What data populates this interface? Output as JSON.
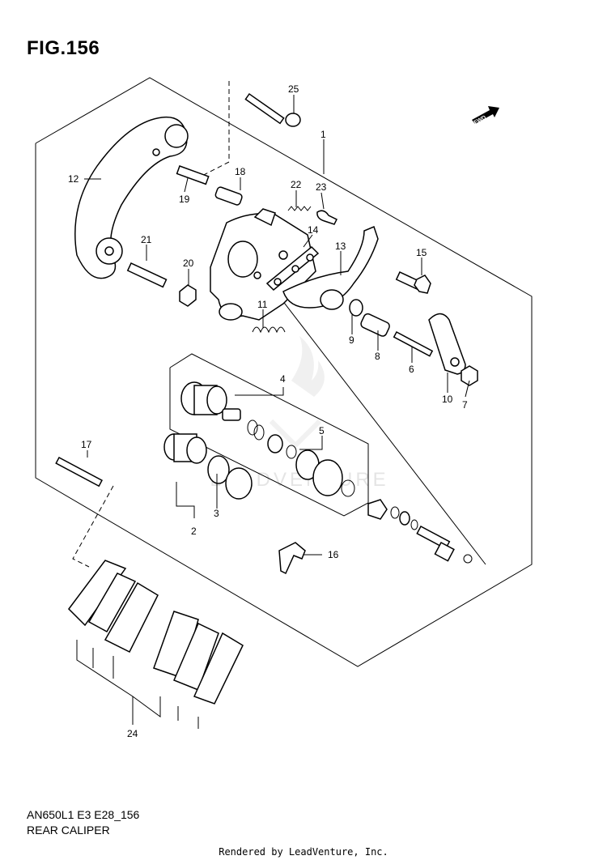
{
  "figure": {
    "title": "FIG.156",
    "code": "AN650L1 E3 E28_156",
    "section": "REAR CALIPER",
    "credit": "Rendered by LeadVenture, Inc.",
    "watermark": "LEADVENTURE",
    "fwd_label": "FWD"
  },
  "callouts": [
    "1",
    "2",
    "3",
    "4",
    "5",
    "6",
    "7",
    "8",
    "9",
    "10",
    "11",
    "12",
    "13",
    "14",
    "15",
    "16",
    "17",
    "18",
    "19",
    "20",
    "21",
    "22",
    "23",
    "24",
    "25"
  ]
}
